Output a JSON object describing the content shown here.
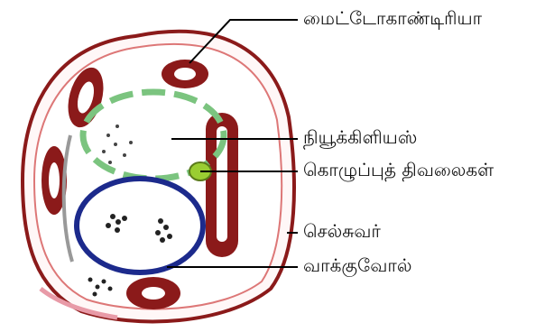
{
  "diagram": {
    "labels": {
      "mitochondria": "மைட்டோகாண்டிரியா",
      "nucleus": "நியூக்கிளியஸ்",
      "plastids": "கொழுப்புத் திவலைகள்",
      "cell_wall": "செல்சுவர்",
      "vacuole": "வாக்குவோல்"
    },
    "colors": {
      "mitochondria": "#8b1a1a",
      "nucleus_outline": "#7bc47f",
      "vacuole_outline": "#1c2a8c",
      "plastid": "#9acd32",
      "cell_wall": "#8b1a1a",
      "leader_lines": "#000000"
    }
  }
}
